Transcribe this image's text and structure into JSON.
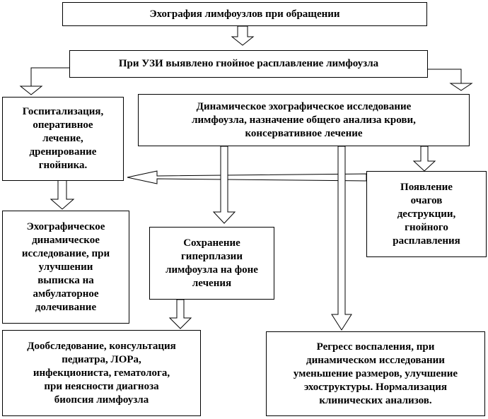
{
  "boxes": {
    "b1": "Эхография лимфоузлов при обращении",
    "b2": "При УЗИ выявлено гнойное расплавление лимфоузла",
    "b3": "Госпитализация,\nоперативное\nлечение,\nдренирование\nгнойника.",
    "b4": "Динамическое эхографическое исследование\nлимфоузла, назначение общего анализа крови,\nконсервативное лечение",
    "b5": "Появление\nочагов\nдеструкции,\nгнойного\nрасплавления",
    "b6": "Эхографическое\nдинамическое\nисследование, при\nулучшении\nвыписка на\nамбулаторное\nдолечивание",
    "b7": "Сохранение\nгиперплазии\nлимфоузла на фоне\nлечения",
    "b8": "Дообследование, консультация\nпедиатра,  ЛОРа,\nинфекциониста, гематолога,\nпри неясности диагноза\nбиопсия лимфоузла",
    "b9": "Регресс воспаления, при\nдинамическом исследовании\nуменьшение размеров, улучшение\nэхоструктуры. Нормализация\nклинических анализов."
  }
}
